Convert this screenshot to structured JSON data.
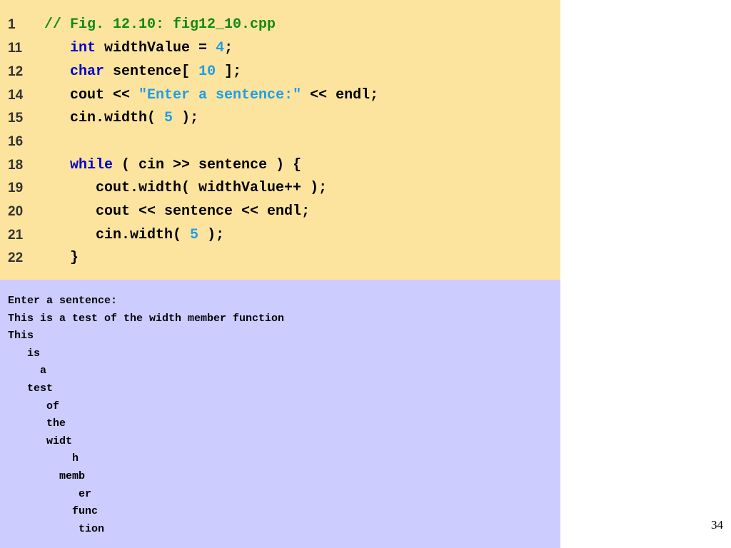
{
  "code_lines": [
    {
      "num": "1",
      "indent": "",
      "tokens": [
        {
          "t": "// Fig. 12.10: fig12_10.cpp",
          "k": "comment"
        }
      ]
    },
    {
      "num": "11",
      "indent": "   ",
      "tokens": [
        {
          "t": "int",
          "k": "keyword"
        },
        {
          "t": " widthValue = ",
          "k": "plain"
        },
        {
          "t": "4",
          "k": "number"
        },
        {
          "t": ";",
          "k": "plain"
        }
      ]
    },
    {
      "num": "12",
      "indent": "   ",
      "tokens": [
        {
          "t": "char",
          "k": "keyword"
        },
        {
          "t": " sentence[ ",
          "k": "plain"
        },
        {
          "t": "10",
          "k": "number"
        },
        {
          "t": " ];",
          "k": "plain"
        }
      ]
    },
    {
      "num": "14",
      "indent": "   ",
      "tokens": [
        {
          "t": "cout << ",
          "k": "plain"
        },
        {
          "t": "\"Enter a sentence:\"",
          "k": "string"
        },
        {
          "t": " << endl;",
          "k": "plain"
        }
      ]
    },
    {
      "num": "15",
      "indent": "   ",
      "tokens": [
        {
          "t": "cin.width( ",
          "k": "plain"
        },
        {
          "t": "5",
          "k": "number"
        },
        {
          "t": " );",
          "k": "plain"
        }
      ]
    },
    {
      "num": "16",
      "indent": "",
      "tokens": []
    },
    {
      "num": "18",
      "indent": "   ",
      "tokens": [
        {
          "t": "while",
          "k": "keyword"
        },
        {
          "t": " ( cin >> sentence ) {",
          "k": "plain"
        }
      ]
    },
    {
      "num": "19",
      "indent": "      ",
      "tokens": [
        {
          "t": "cout.width( widthValue++ );",
          "k": "plain"
        }
      ]
    },
    {
      "num": "20",
      "indent": "      ",
      "tokens": [
        {
          "t": "cout << sentence << endl;",
          "k": "plain"
        }
      ]
    },
    {
      "num": "21",
      "indent": "      ",
      "tokens": [
        {
          "t": "cin.width( ",
          "k": "plain"
        },
        {
          "t": "5",
          "k": "number"
        },
        {
          "t": " );",
          "k": "plain"
        }
      ]
    },
    {
      "num": "22",
      "indent": "   ",
      "tokens": [
        {
          "t": "}",
          "k": "plain"
        }
      ]
    }
  ],
  "output_lines": [
    "Enter a sentence:",
    "This is a test of the width member function",
    "This",
    "   is",
    "     a",
    "   test",
    "      of",
    "      the",
    "      widt",
    "          h",
    "        memb",
    "           er",
    "          func",
    "           tion"
  ],
  "page_number": "34",
  "colors": {
    "code_background": "#fde49e",
    "output_background": "#ccccfe",
    "comment": "#138a13",
    "keyword": "#0000cc",
    "literal": "#1e9ee6"
  }
}
